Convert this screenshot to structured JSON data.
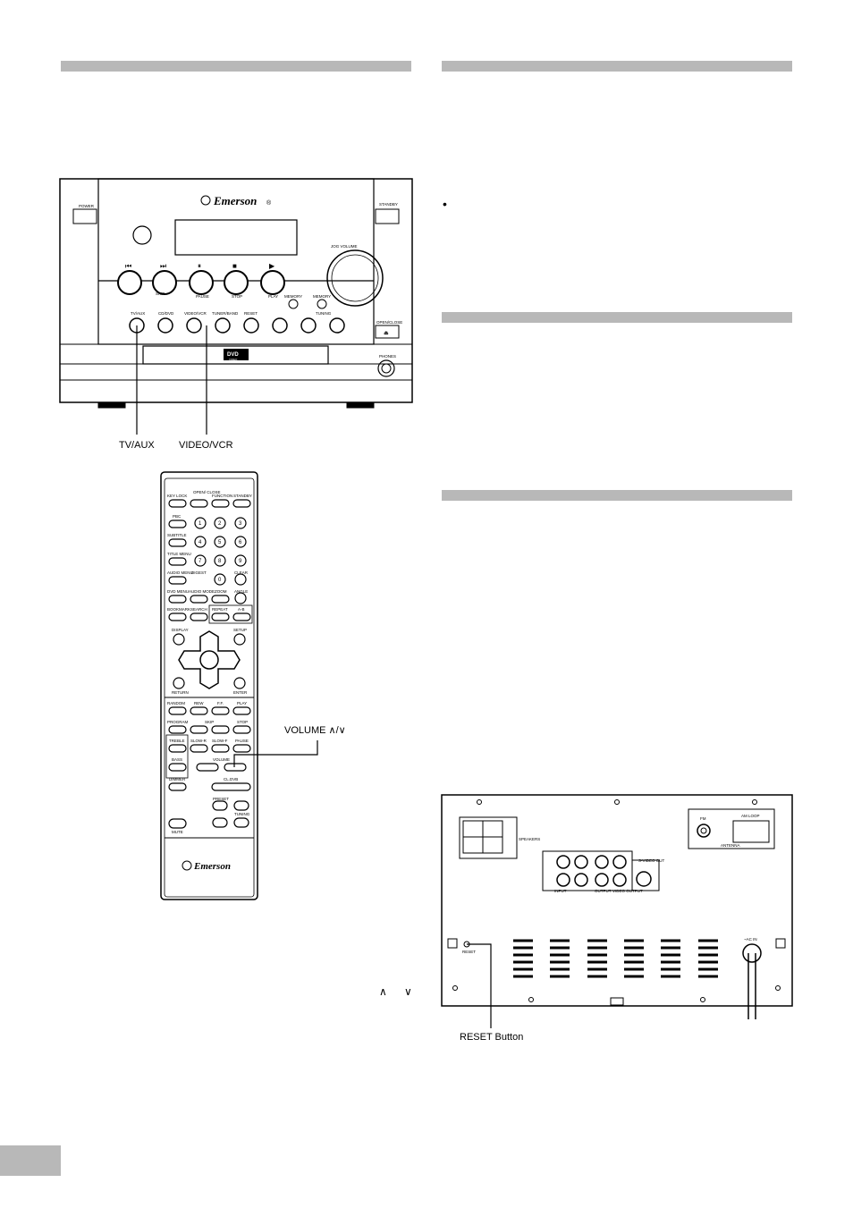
{
  "front_panel": {
    "brand": "Emerson",
    "labels": {
      "power": "POWER",
      "standby": "STANDBY",
      "jog_volume": "JOG VOLUME",
      "skip": "SKIP",
      "pause": "PAUSE",
      "stop": "STOP",
      "play": "PLAY",
      "memory_left": "MEMORY",
      "memory_right": "MEMORY",
      "tv_aux_small": "TV/AUX",
      "cd_dvd": "CD/DVD",
      "video_vcr_small": "VIDEO/VCR",
      "tuner_band": "TUNER/BAND",
      "reset": "RESET",
      "tuning": "TUNING",
      "open_close": "OPEN/CLOSE",
      "phones": "PHONES",
      "dvd_logo": "DVD",
      "dvd_sub": "VIDEO"
    },
    "callout_tv_aux": "TV/AUX",
    "callout_video_vcr": "VIDEO/VCR"
  },
  "remote": {
    "row1": [
      "KEY LOCK",
      "OPEN/ CLOSE",
      "FUNCTION",
      "STANDBY"
    ],
    "pbc": "PBC",
    "subtitle": "SUBTITLE",
    "title_menu": "TITLE MENU",
    "audio_menu": "AUDIO MENU",
    "digest": "DIGEST",
    "clear": "CLEAR",
    "dvd_menu": "DVD MENU",
    "audio_mode": "AUDIO MODE",
    "zoom": "ZOOM",
    "angle": "ANGLE",
    "bookmark": "BOOKMARK",
    "search": "SEARCH",
    "repeat": "REPEAT",
    "ab": "A-B",
    "display": "DISPLAY",
    "setup": "SETUP",
    "return": "RETURN",
    "enter": "ENTER",
    "random": "RANDOM",
    "rew": "REW",
    "ff": "F.F.",
    "play": "PLAY",
    "program": "PROGRAM",
    "skip": "SKIP",
    "stop": "STOP",
    "treble": "TREBLE",
    "slow_r": "SLOW-R",
    "slow_f": "SLOW-F",
    "pause": "PAUSE",
    "bass": "BASS",
    "volume": "VOLUME",
    "dimmer": "DIMMER",
    "cl_dvb": "CL.DVB",
    "preset": "PRESET",
    "tuning": "TUNING",
    "mute": "MUTE",
    "brand": "Emerson",
    "digits": [
      "1",
      "2",
      "3",
      "4",
      "5",
      "6",
      "7",
      "8",
      "9",
      "0"
    ]
  },
  "callout_volume": "VOLUME",
  "rear_panel": {
    "speakers": "SPEAKERS",
    "antenna": "ANTENNA",
    "fm": "FM",
    "am_loop": "AM LOOP",
    "reset": "RESET",
    "ac_in": "~AC IN",
    "input": "INPUT",
    "output": "OUTPUT",
    "video_output": "VIDEO OUTPUT",
    "s_video_out": "S-VIDEO OUT",
    "reset_callout": "RESET Button"
  },
  "footer": {
    "chevron_up": "∧",
    "chevron_down": "∨"
  }
}
